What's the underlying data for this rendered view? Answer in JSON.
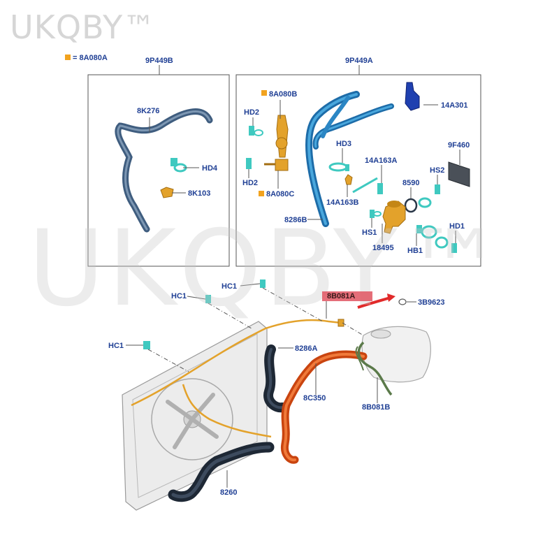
{
  "watermark": {
    "small": "UKQBY™",
    "large": "UKQBY™"
  },
  "legend": {
    "text": "= 8A080A",
    "swatch_color": "#f2a31f"
  },
  "colors": {
    "label": "#1f3f94",
    "teal": "#3fc9c0",
    "blue": "#2b86c4",
    "orange": "#e05a1a",
    "yellow": "#e3a22b",
    "hose_dark": "#2a3748",
    "green": "#5b7a4a",
    "highlight": "#e05562"
  },
  "groups": [
    {
      "id": "9P449B",
      "label": "9P449B"
    },
    {
      "id": "9P449A",
      "label": "9P449A"
    }
  ],
  "labels": {
    "l_8k276": "8K276",
    "l_hd4": "HD4",
    "l_8k103": "8K103",
    "l_8a080b": "8A080B",
    "l_hd2a": "HD2",
    "l_hd2b": "HD2",
    "l_8a080c": "8A080C",
    "l_14a301": "14A301",
    "l_hd3": "HD3",
    "l_14a163a": "14A163A",
    "l_14a163b": "14A163B",
    "l_9f460": "9F460",
    "l_8590": "8590",
    "l_hs2": "HS2",
    "l_8286b": "8286B",
    "l_hs1": "HS1",
    "l_hd1": "HD1",
    "l_18495": "18495",
    "l_hb1": "HB1",
    "l_hc1a": "HC1",
    "l_hc1b": "HC1",
    "l_hc1c": "HC1",
    "l_8b081a": "8B081A",
    "l_3b9623": "3B9623",
    "l_8286a": "8286A",
    "l_8c350": "8C350",
    "l_8b081b": "8B081B",
    "l_8260": "8260"
  }
}
